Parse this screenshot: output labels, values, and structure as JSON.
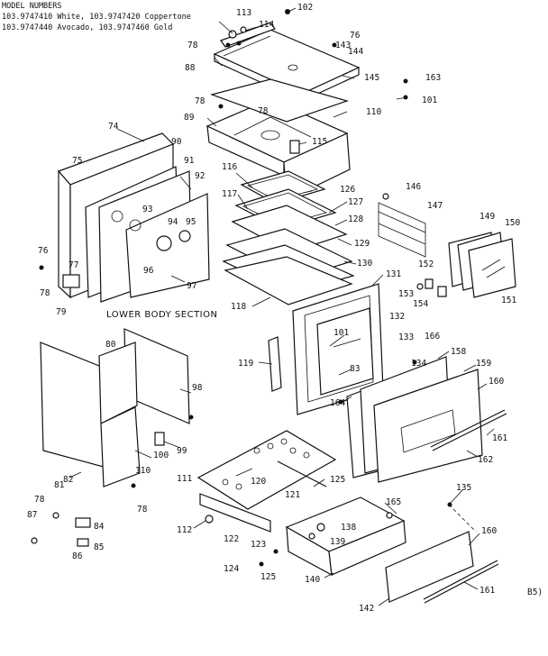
{
  "header": {
    "title": "MODEL NUMBERS",
    "line1": "103.9747410 White, 103.9747420 Coppertone",
    "line2": "103.9747440 Avocado, 103.9747460 Gold"
  },
  "section_label": "LOWER BODY SECTION",
  "page_code": "B5)",
  "parts": [
    "74",
    "75",
    "76",
    "77",
    "78",
    "79",
    "80",
    "81",
    "82",
    "83",
    "84",
    "85",
    "86",
    "87",
    "88",
    "89",
    "90",
    "91",
    "92",
    "93",
    "94",
    "95",
    "96",
    "97",
    "98",
    "99",
    "100",
    "101",
    "102",
    "110",
    "111",
    "112",
    "113",
    "114",
    "115",
    "116",
    "117",
    "118",
    "119",
    "120",
    "121",
    "122",
    "123",
    "124",
    "125",
    "126",
    "127",
    "128",
    "129",
    "130",
    "131",
    "132",
    "133",
    "134",
    "135",
    "138",
    "139",
    "140",
    "142",
    "143",
    "144",
    "145",
    "146",
    "147",
    "149",
    "150",
    "151",
    "152",
    "153",
    "154",
    "158",
    "159",
    "160",
    "161",
    "162",
    "163",
    "164",
    "165",
    "166"
  ]
}
